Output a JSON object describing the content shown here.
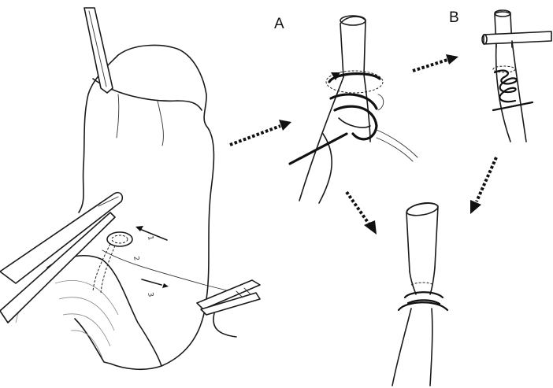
{
  "panels": {
    "a_label": "A",
    "b_label": "B"
  },
  "left_view": {
    "step_labels": [
      "1",
      "2",
      "3"
    ]
  }
}
